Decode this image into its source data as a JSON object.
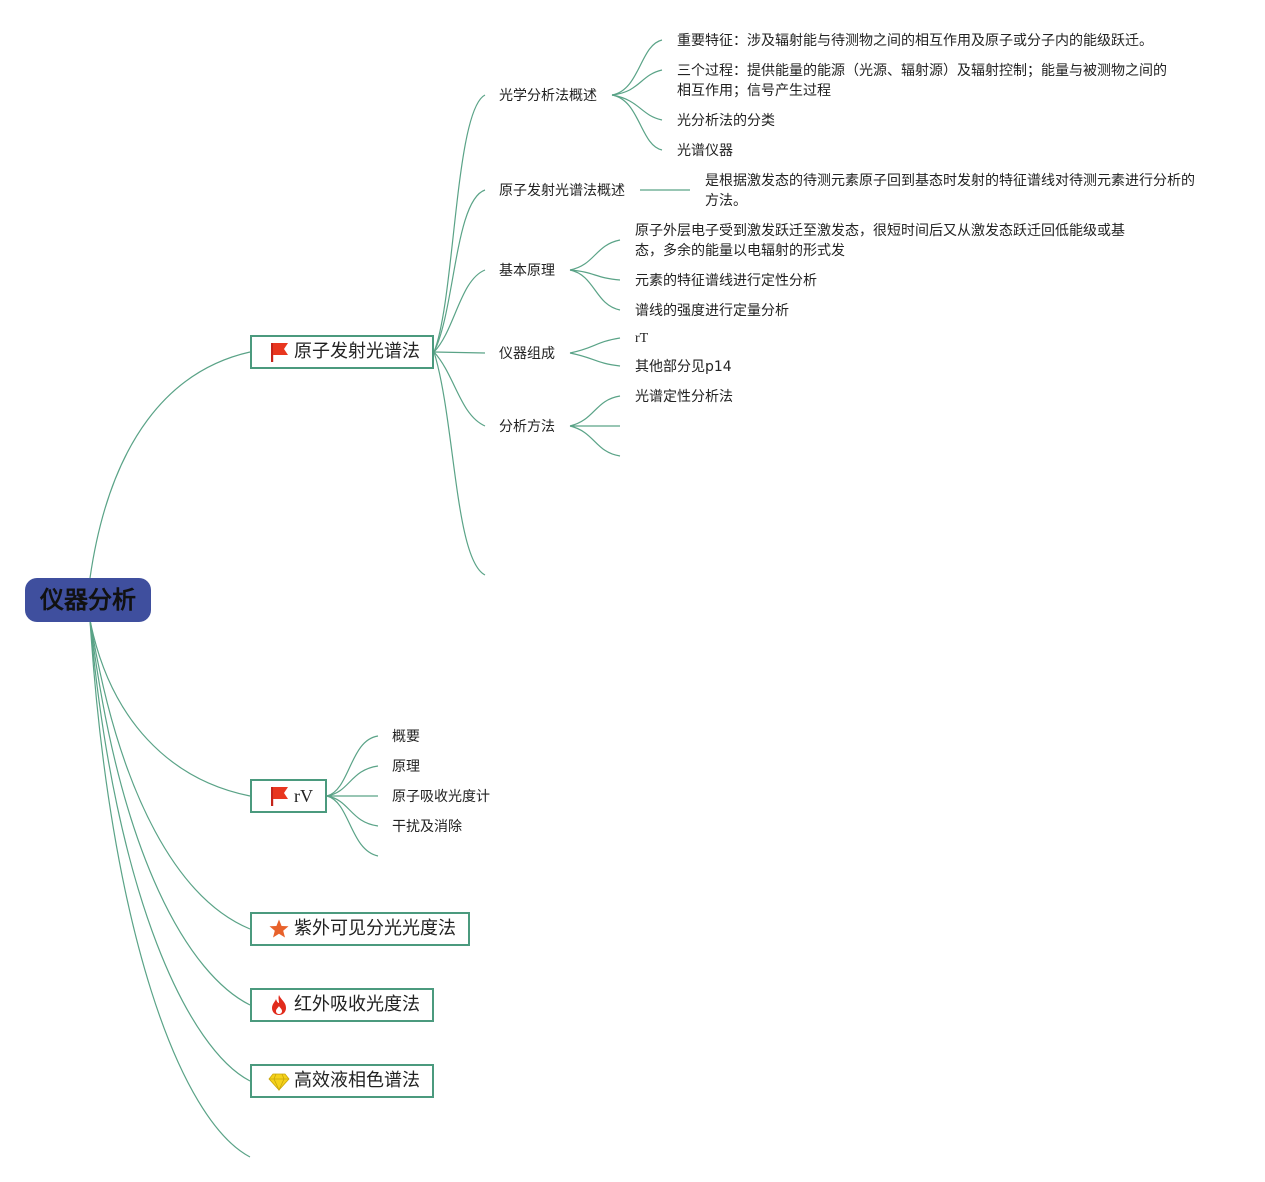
{
  "root": "仪器分析",
  "branches": [
    {
      "label": "原子发射光谱法",
      "icon": "red-flag-icon",
      "children": [
        {
          "label": "光学分析法概述",
          "children": [
            "重要特征：涉及辐射能与待测物之间的相互作用及原子或分子内的能级跃迁。",
            "三个过程：提供能量的能源（光源、辐射源）及辐射控制；能量与被测物之间的相互作用；信号产生过程",
            "光分析法的分类",
            "光谱仪器"
          ]
        },
        {
          "label": "原子发射光谱法概述",
          "children": [
            "是根据激发态的待测元素原子回到基态时发射的特征谱线对待测元素进行分析的方法。"
          ]
        },
        {
          "label": "基本原理",
          "children": [
            "原子外层电子受到激发跃迁至激发态，很短时间后又从激发态跃迁回低能级或基态，多余的能量以电辐射的形式发",
            "元素的特征谱线进行定性分析",
            "谱线的强度进行定量分析"
          ]
        },
        {
          "label": "仪器组成",
          "children": [
            "rT",
            "其他部分见p14"
          ]
        },
        {
          "label": "分析方法",
          "children": [
            "光谱定性分析法",
            "",
            ""
          ]
        },
        {
          "label": "",
          "children": []
        }
      ]
    },
    {
      "label": "rV",
      "icon": "red-flag-icon",
      "children": [
        {
          "label": "概要"
        },
        {
          "label": "原理"
        },
        {
          "label": "原子吸收光度计"
        },
        {
          "label": "干扰及消除"
        },
        {
          "label": ""
        }
      ]
    },
    {
      "label": "紫外可见分光光度法",
      "icon": "orange-star-icon",
      "children": []
    },
    {
      "label": "红外吸收光度法",
      "icon": "fire-icon",
      "children": []
    },
    {
      "label": "高效液相色谱法",
      "icon": "diamond-icon",
      "children": []
    },
    {
      "label": "",
      "icon": "",
      "children": []
    }
  ],
  "colors": {
    "line": "#5aa387",
    "root_fill": "#3f4f9e",
    "node_border": "#4b9a7e",
    "flag": "#e8361f",
    "star": "#e8622b"
  }
}
